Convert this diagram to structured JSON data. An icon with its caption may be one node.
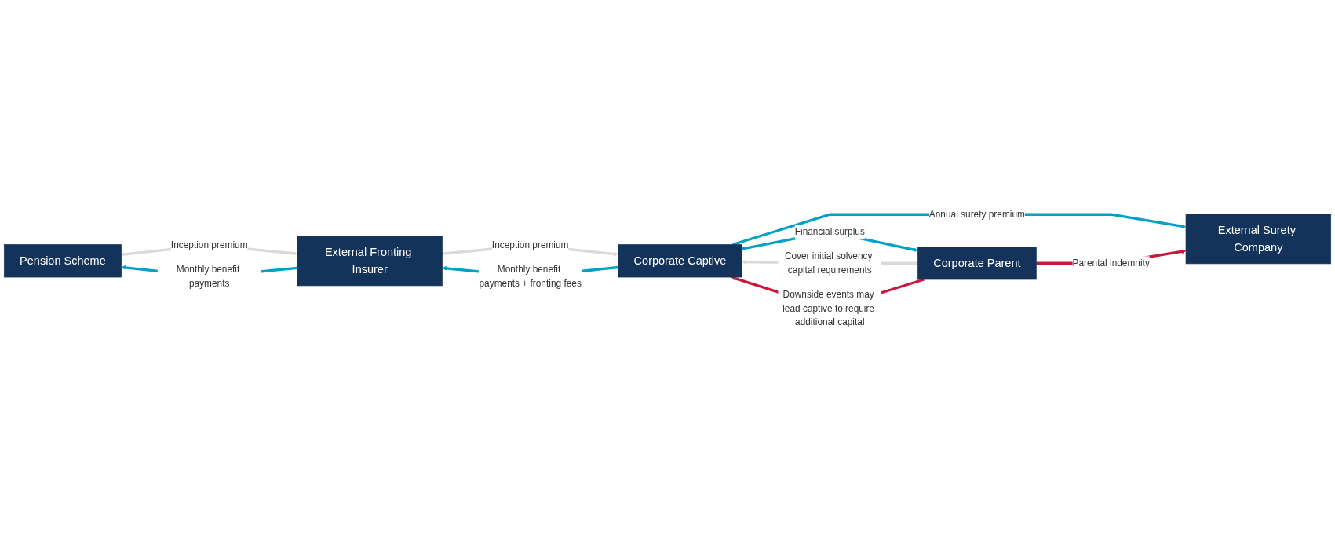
{
  "diagram": {
    "nodes": [
      {
        "text": [
          "External Surety Company"
        ]
      },
      {
        "text": [
          "Pension Scheme"
        ]
      },
      {
        "text": [
          "External Fronting Insurer"
        ]
      },
      {
        "text": [
          "Corporate Captive"
        ]
      },
      {
        "text": [
          "Corporate Parent"
        ]
      }
    ],
    "edges": [
      {
        "from": 3,
        "to": 0,
        "arrow": "to",
        "label": "Annual surety premium",
        "color": "#00a0c8"
      },
      {
        "from": 4,
        "to": 0,
        "arrow": "to",
        "label": "Parental indemnity",
        "color": "#c8193c"
      },
      {
        "from": 1,
        "to": 2,
        "arrow": "to",
        "label": "Inception premium",
        "color": "#d9d9d9"
      },
      {
        "from": 2,
        "to": 1,
        "arrow": "to",
        "label": "Monthly benefit payments",
        "color": "#00a0c8"
      },
      {
        "from": 2,
        "to": 3,
        "arrow": "to",
        "label": "Inception premium",
        "color": "#d9d9d9"
      },
      {
        "from": 3,
        "to": 2,
        "arrow": "to",
        "label": "Monthly benefit payments + fronting fees",
        "color": "#00a0c8"
      },
      {
        "from": 4,
        "to": 3,
        "arrow": "to",
        "label": "Cover initial solvency capital requirements",
        "color": "#d9d9d9"
      },
      {
        "from": 3,
        "to": 4,
        "arrow": "to",
        "label": "Financial surplus",
        "color": "#00a0c8"
      },
      {
        "from": 4,
        "to": 3,
        "arrow": "to",
        "label": "Downside events may lead captive to require additional capital",
        "color": "#c8193c"
      }
    ]
  }
}
